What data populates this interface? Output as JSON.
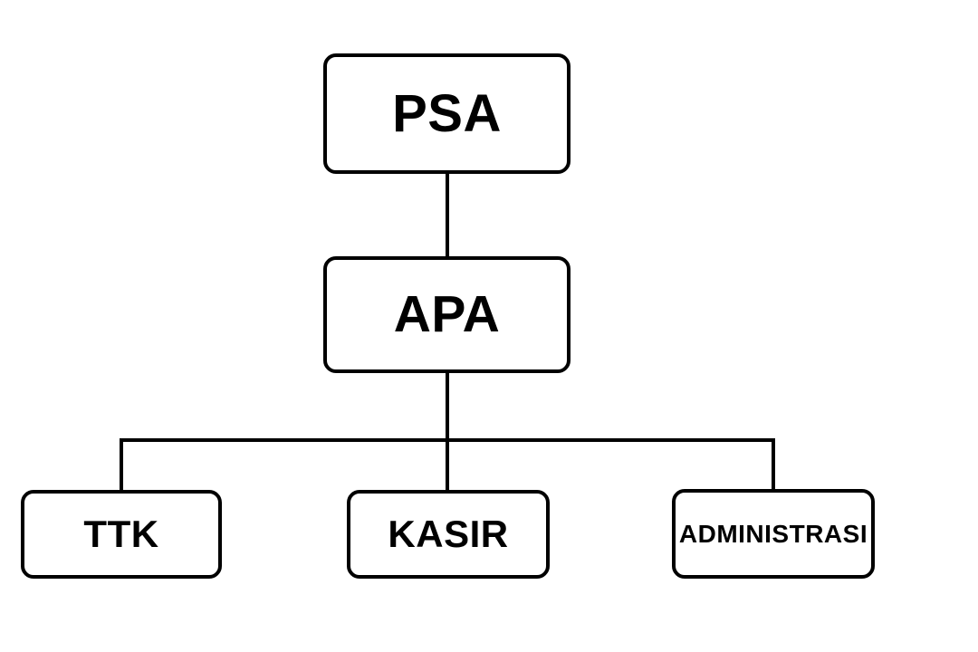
{
  "diagram": {
    "type": "organizational-chart",
    "title": "",
    "background_color": "#ffffff",
    "line_color": "#000000",
    "node_fill_color": "#ffffff",
    "nodes": [
      {
        "id": "psa",
        "label": "PSA",
        "level": 1
      },
      {
        "id": "apa",
        "label": "APA",
        "level": 2
      },
      {
        "id": "ttk",
        "label": "TTK",
        "level": 3
      },
      {
        "id": "kasir",
        "label": "KASIR",
        "level": 3
      },
      {
        "id": "administrasi",
        "label": "ADMINISTRASI",
        "level": 3
      }
    ],
    "edges": [
      {
        "from": "psa",
        "to": "apa"
      },
      {
        "from": "apa",
        "to": "ttk"
      },
      {
        "from": "apa",
        "to": "kasir"
      },
      {
        "from": "apa",
        "to": "administrasi"
      }
    ]
  }
}
